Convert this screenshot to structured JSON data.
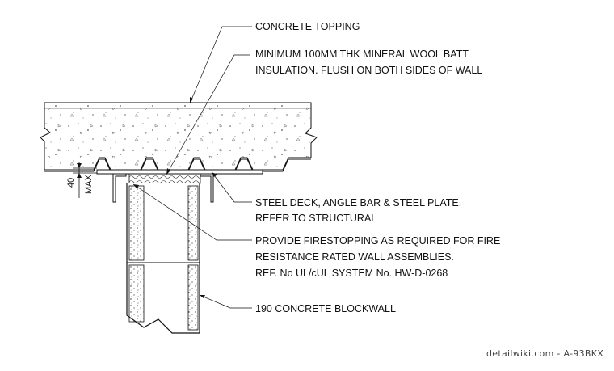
{
  "notes": {
    "concrete": "CONCRETE  TOPPING",
    "insulation_line1": "MINIMUM 100MM THK MINERAL WOOL BATT",
    "insulation_line2": "INSULATION. FLUSH ON BOTH SIDES OF WALL",
    "deck_line1": "STEEL DECK, ANGLE BAR & STEEL PLATE.",
    "deck_line2": "REFER TO  STRUCTURAL",
    "fire_line1": "PROVIDE FIRESTOPPING AS REQUIRED FOR FIRE",
    "fire_line2": "RESISTANCE RATED WALL ASSEMBLIES.",
    "fire_line3": "REF. No UL/cUL SYSTEM No. HW-D-0268",
    "wall": "190 CONCRETE BLOCKWALL"
  },
  "dimension": {
    "value": "40",
    "qualifier": "MAX"
  },
  "watermark": "detailwiki.com - A-93BKX"
}
